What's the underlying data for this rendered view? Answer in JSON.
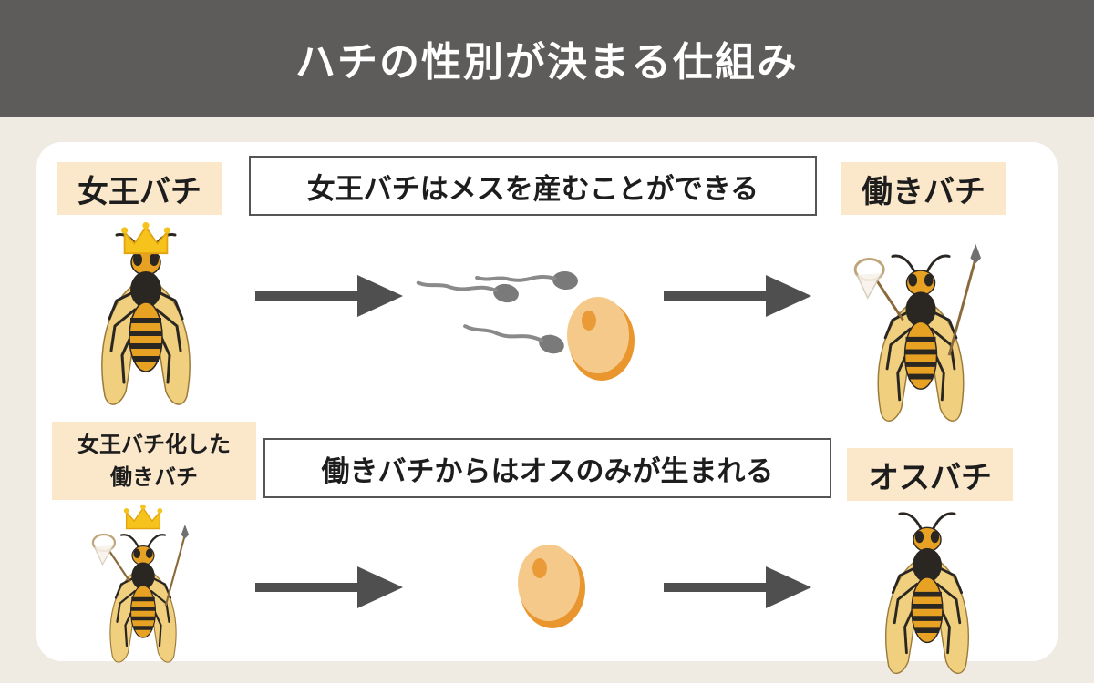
{
  "title": "ハチの性別が決まる仕組み",
  "row1": {
    "left_label": "女王バチ",
    "caption": "女王バチはメスを産むことができる",
    "right_label": "働きバチ"
  },
  "row2": {
    "left_label_line1": "女王バチ化した",
    "left_label_line2": "働きバチ",
    "caption": "働きバチからはオスのみが生まれる",
    "right_label": "オスバチ"
  },
  "colors": {
    "header_bg": "#5e5c5a",
    "page_bg": "#efebe3",
    "label_bg": "#fbe8cb",
    "arrow": "#4f4f4f",
    "egg": "#f5c98a",
    "egg_shadow": "#e9962f",
    "sperm": "#7a7a7a",
    "bee_orange": "#e8a223",
    "bee_black": "#2a2622",
    "crown": "#f6c21c"
  }
}
